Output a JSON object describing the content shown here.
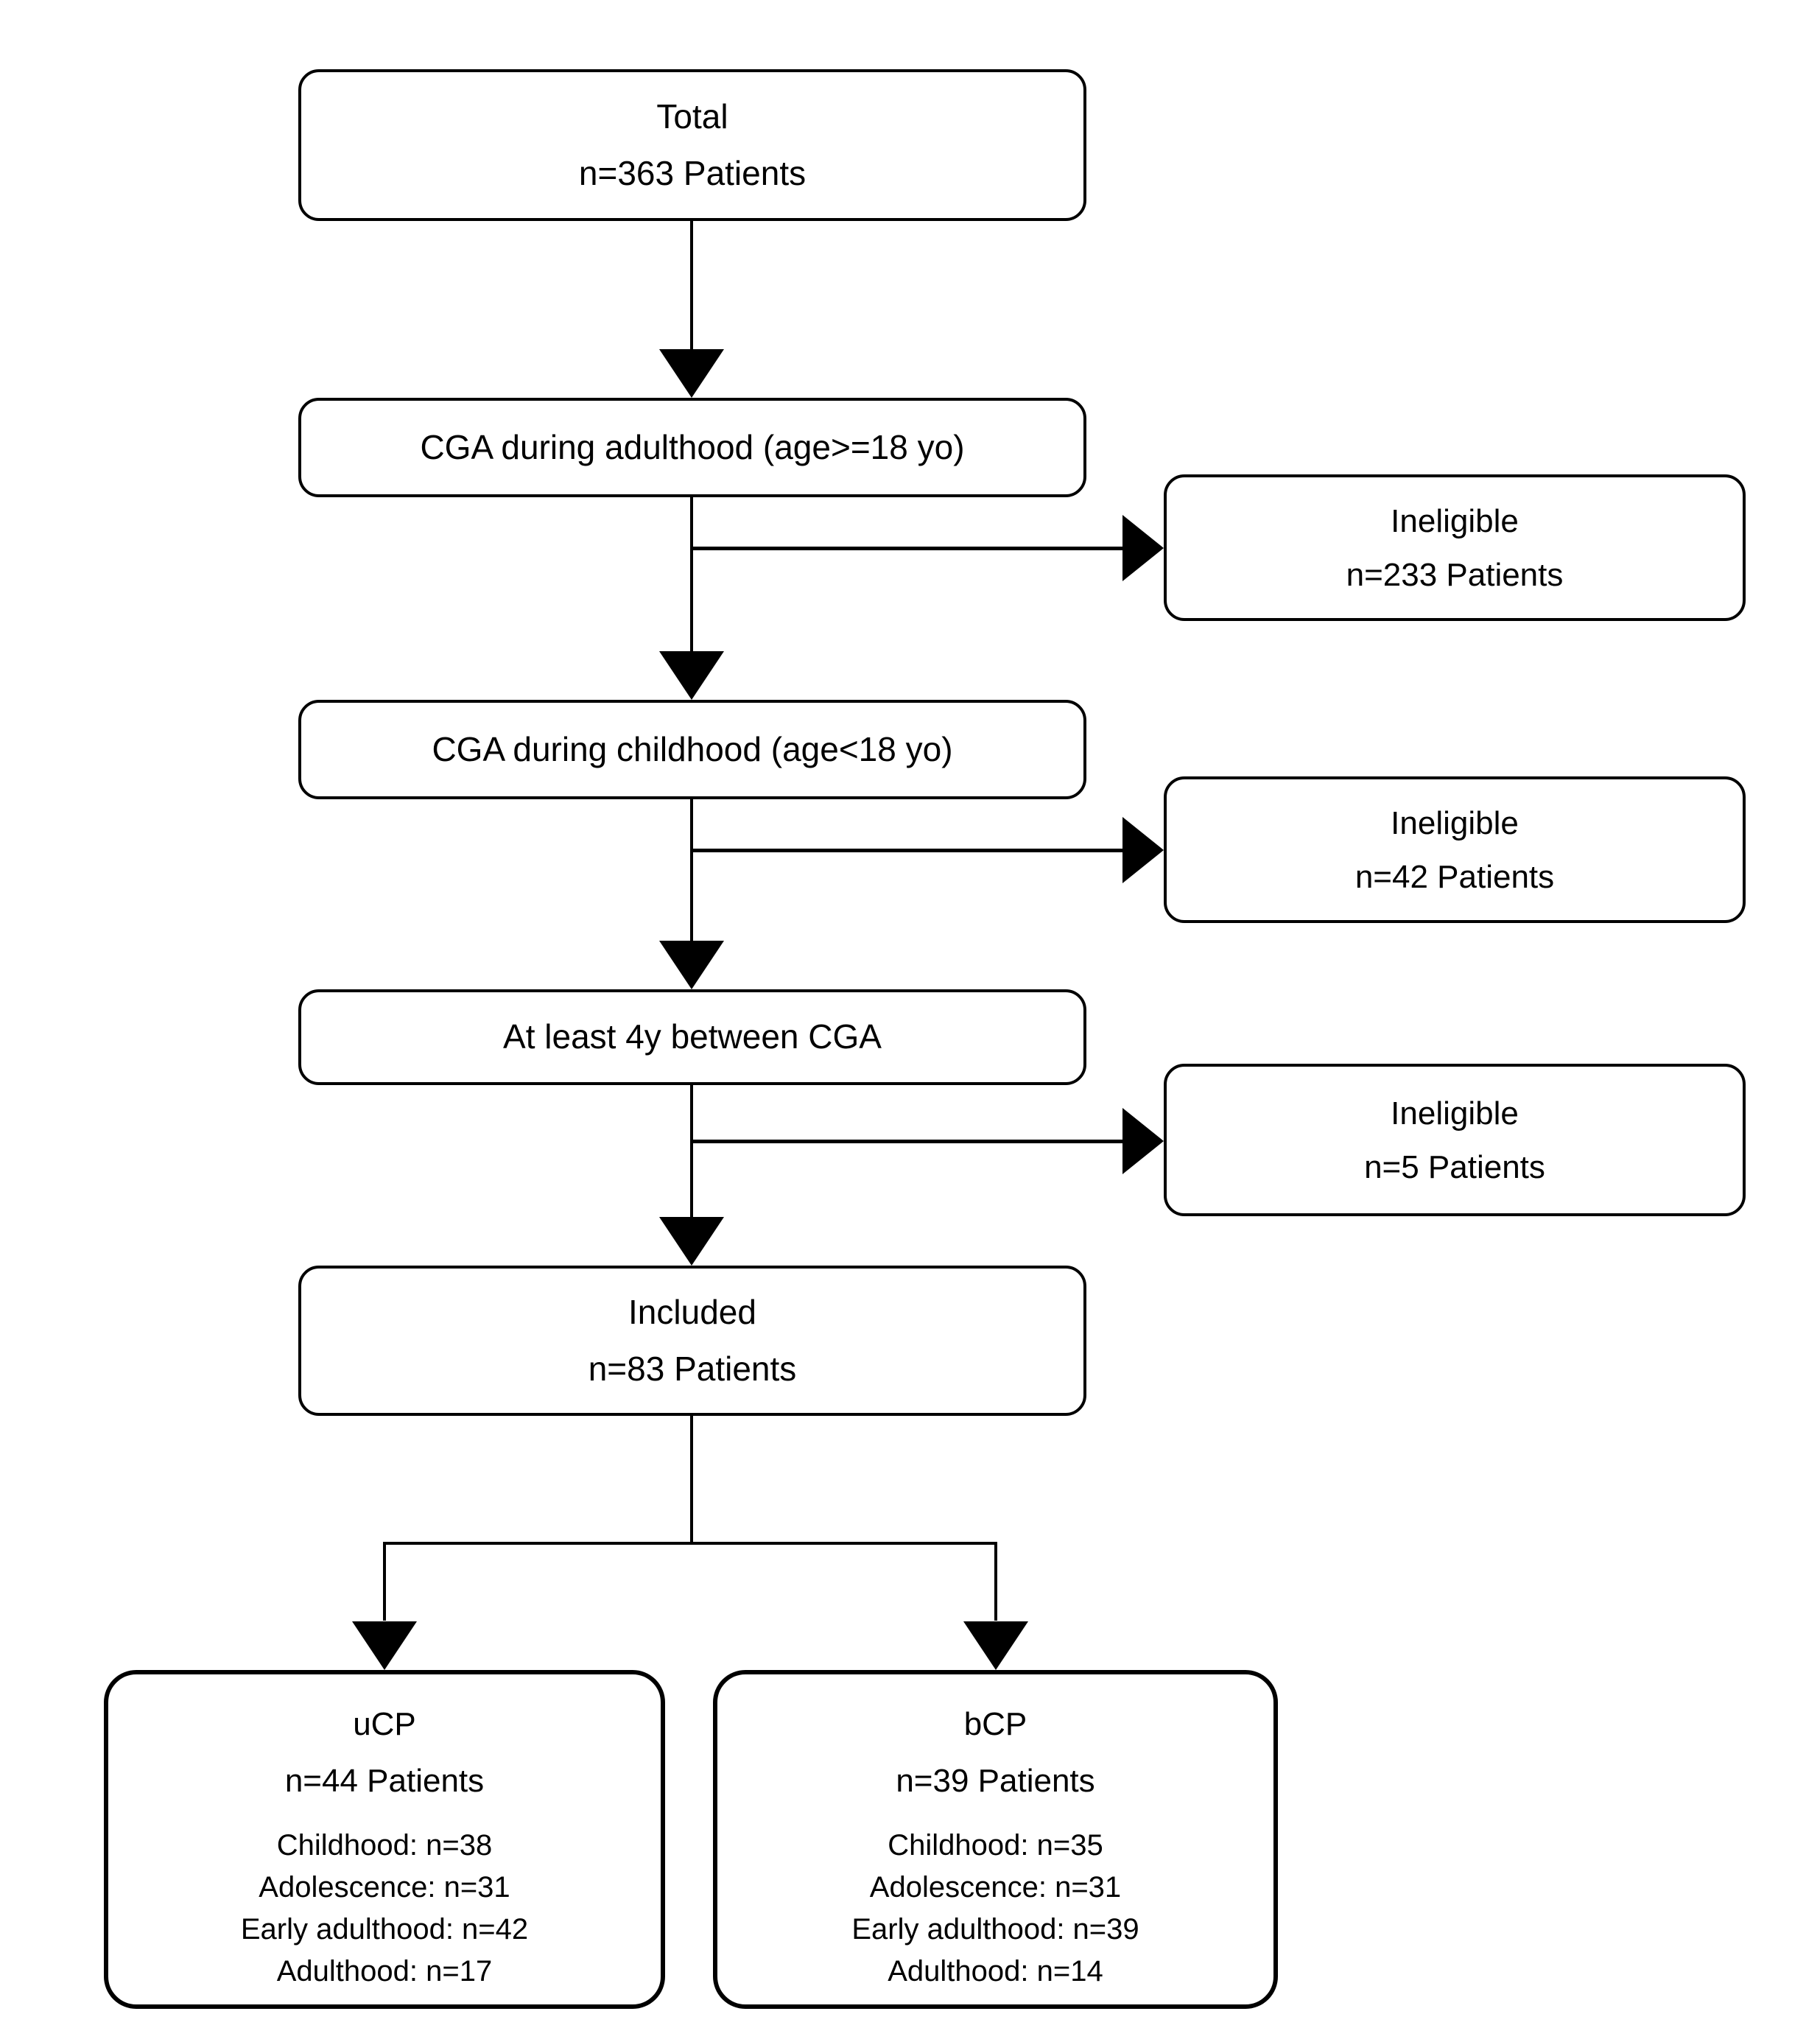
{
  "nodes": {
    "total": {
      "line1": "Total",
      "line2": "n=363 Patients"
    },
    "adulthood": {
      "line1": "CGA during adulthood (age>=18 yo)"
    },
    "ineligible1": {
      "line1": "Ineligible",
      "line2": "n=233 Patients"
    },
    "childhood": {
      "line1": "CGA during childhood (age<18 yo)"
    },
    "ineligible2": {
      "line1": "Ineligible",
      "line2": "n=42 Patients"
    },
    "fourY": {
      "line1": "At least 4y between CGA"
    },
    "ineligible3": {
      "line1": "Ineligible",
      "line2": "n=5 Patients"
    },
    "included": {
      "line1": "Included",
      "line2": "n=83 Patients"
    },
    "ucp": {
      "line1": "uCP",
      "line2": "n=44 Patients",
      "sub1": "Childhood: n=38",
      "sub2": "Adolescence: n=31",
      "sub3": "Early adulthood: n=42",
      "sub4": "Adulthood: n=17"
    },
    "bcp": {
      "line1": "bCP",
      "line2": "n=39 Patients",
      "sub1": "Childhood: n=35",
      "sub2": "Adolescence: n=31",
      "sub3": "Early adulthood: n=39",
      "sub4": "Adulthood: n=14"
    }
  },
  "colors": {
    "background": "#ffffff",
    "line": "#000000",
    "text": "#000000"
  }
}
